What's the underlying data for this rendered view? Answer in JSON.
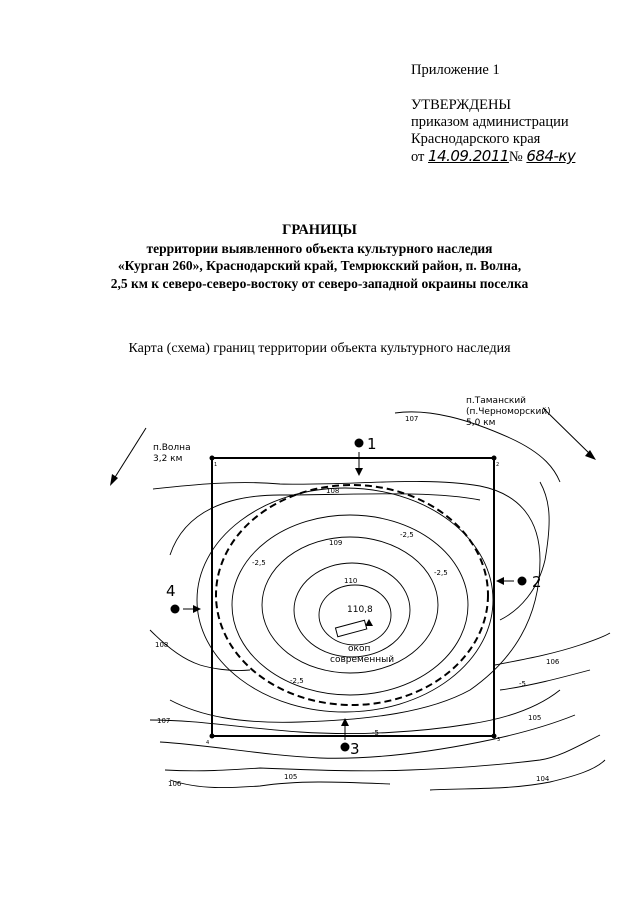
{
  "approval": {
    "appendix": "Приложение 1",
    "approved": "УТВЕРЖДЕНЫ",
    "line2": "приказом администрации",
    "line3": "Краснодарского края",
    "from_prefix": "от",
    "date": "14.09.2011",
    "num_prefix": "№",
    "number": "684-ку"
  },
  "title": {
    "heading": "ГРАНИЦЫ",
    "lines": [
      "территории выявленного объекта культурного наследия",
      "«Курган 260», Краснодарский край, Темрюкский район, п. Волна,",
      "2,5 км к северо-северо-востоку от северо-западной окраины поселка"
    ]
  },
  "subtitle": "Карта (схема) границ территории объекта культурного наследия",
  "map": {
    "volna": [
      "п.Волна",
      "3,2 км"
    ],
    "tamansky": [
      "п.Таманский",
      "(п.Черноморский)",
      "5,0 км"
    ],
    "peak": "110,8",
    "trench": [
      "окоп",
      "современный"
    ],
    "points": [
      "1",
      "2",
      "3",
      "4"
    ],
    "corners": [
      "1",
      "2",
      "3",
      "4"
    ],
    "elevations": {
      "e107_top": "107",
      "e108_top": "108",
      "e109": "109",
      "e110": "110",
      "m25_a": "-2,5",
      "m25_b": "-2,5",
      "m25_c": "-2,5",
      "m25_d": "-2,5",
      "e108_left": "108",
      "e107_left": "107",
      "e106_right": "106",
      "m5_right": "-5",
      "m5_bottom": "-5",
      "e105_right": "105",
      "e104": "104",
      "e105_bottom": "105",
      "e106_bottom": "106"
    }
  }
}
